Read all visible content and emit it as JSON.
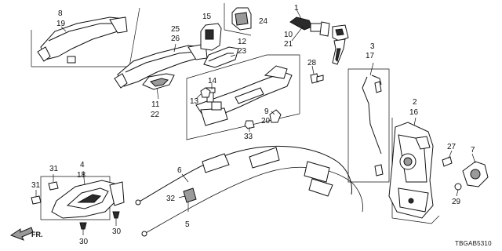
{
  "diagram": {
    "code": "TBGAB5310",
    "front_arrow": "FR."
  },
  "callouts": {
    "c1": "1",
    "c2": "2",
    "c3": "3",
    "c4": "4",
    "c5": "5",
    "c6": "6",
    "c7": "7",
    "c8": "8",
    "c9": "9",
    "c10": "10",
    "c11": "11",
    "c12": "12",
    "c13": "13",
    "c14": "14",
    "c15": "15",
    "c16": "16",
    "c17": "17",
    "c18": "18",
    "c19": "19",
    "c20": "20",
    "c21": "21",
    "c22": "22",
    "c23": "23",
    "c24": "24",
    "c25": "25",
    "c26": "26",
    "c27": "27",
    "c28": "28",
    "c29": "29",
    "c30": "30",
    "c31": "31",
    "c32": "32",
    "c33": "33"
  }
}
